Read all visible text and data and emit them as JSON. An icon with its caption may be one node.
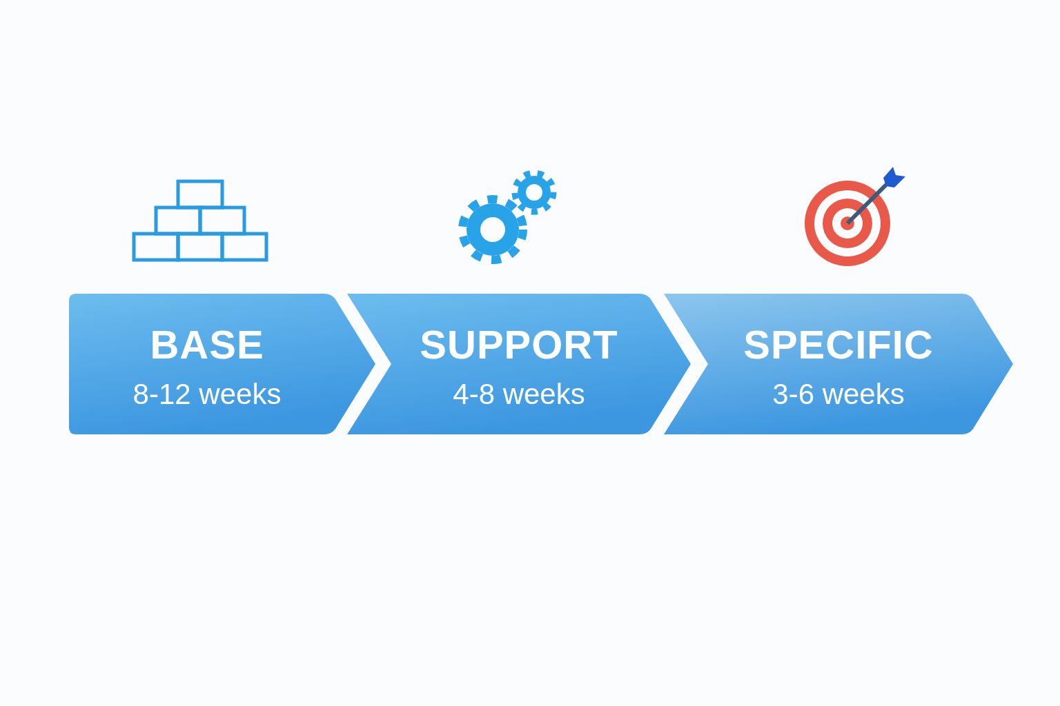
{
  "diagram": {
    "nodes": [
      {
        "text": [
          "BASE",
          "8-12 weeks"
        ]
      },
      {
        "text": [
          "SUPPORT",
          "4-8 weeks"
        ]
      },
      {
        "text": [
          "SPECIFIC",
          "3-6 weeks"
        ]
      }
    ]
  }
}
